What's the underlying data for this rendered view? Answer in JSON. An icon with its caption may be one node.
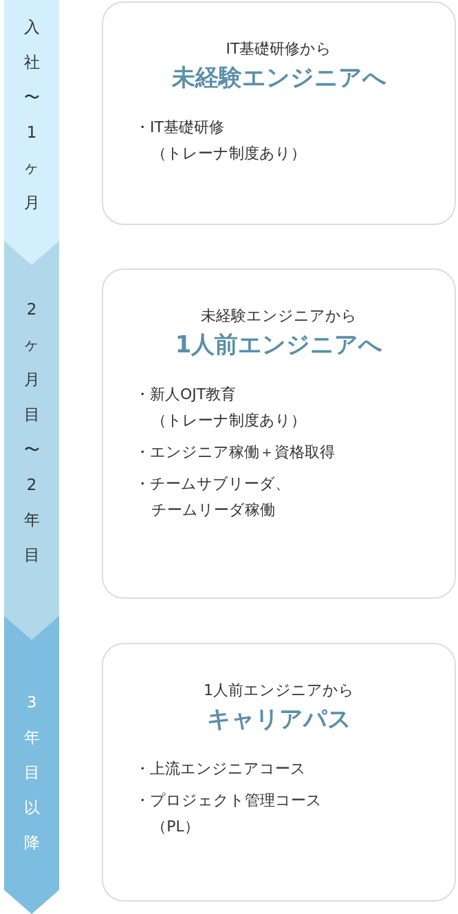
{
  "diagram": {
    "nodes": [
      {
        "text": [
          "入社〜1ヶ月"
        ]
      },
      {
        "text": [
          "IT基礎研修から",
          "未経験エンジニアへ",
          "・IT基礎研修（トレーナ制度あり）"
        ]
      },
      {
        "text": [
          "2ヶ月目〜2年目"
        ]
      },
      {
        "text": [
          "未経験エンジニアから",
          "1人前エンジニアへ",
          "・新人OJT教育（トレーナ制度あり）",
          "・エンジニア稼働＋資格取得",
          "・チームサブリーダ、チームリーダ稼働"
        ]
      },
      {
        "text": [
          "3年目以降"
        ]
      },
      {
        "text": [
          "1人前エンジニアから",
          "キャリアパス",
          "・上流エンジニアコース",
          "・プロジェクト管理コース（PL）"
        ]
      }
    ]
  }
}
